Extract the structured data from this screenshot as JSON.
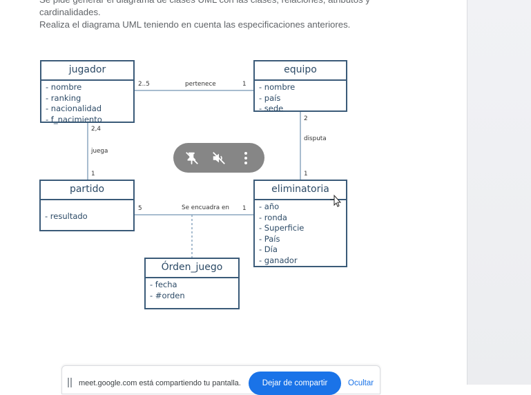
{
  "intro": {
    "line1": "Se pide generar el diagrama de clases UML con las clases, relaciones, atributos y",
    "line2": "cardinalidades.",
    "line3": "Realiza el diagrama UML teniendo en cuenta las especificaciones anteriores."
  },
  "uml": {
    "jugador": {
      "title": "jugador",
      "attrs": [
        "- nombre",
        "- ranking",
        "- nacionalidad",
        "- f_nacimiento"
      ]
    },
    "equipo": {
      "title": "equipo",
      "attrs": [
        "- nombre",
        "- país",
        "- sede"
      ]
    },
    "partido": {
      "title": "partido",
      "attrs": [
        "- resultado"
      ]
    },
    "eliminatoria": {
      "title": "eliminatoria",
      "attrs": [
        "- año",
        "- ronda",
        "- Superficie",
        "- País",
        "- Día",
        "- ganador"
      ]
    },
    "orden": {
      "title": "Órden_juego",
      "attrs": [
        "- fecha",
        "- #orden"
      ]
    },
    "labels": {
      "pertenece": "pertenece",
      "pertenece_left": "2..5",
      "pertenece_right": "1",
      "juega": "juega",
      "juega_top": "2,4",
      "juega_bottom": "1",
      "disputa": "disputa",
      "disputa_top": "2",
      "disputa_bottom": "1",
      "encuadra": "Se encuadra en",
      "encuadra_left": "5",
      "encuadra_right": "1"
    }
  },
  "overlay": {
    "icons": [
      "pin-off-icon",
      "mute-icon",
      "more-vert-icon"
    ]
  },
  "share_bar": {
    "message": "meet.google.com está compartiendo tu pantalla.",
    "stop_label": "Dejar de compartir",
    "hide_label": "Ocultar"
  },
  "colors": {
    "uml_border": "#3a5a78",
    "uml_text": "#2c4a66",
    "share_button": "#1a73e8"
  }
}
